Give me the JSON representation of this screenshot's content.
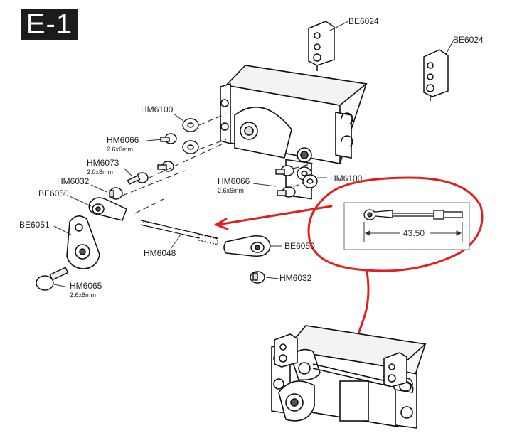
{
  "step": "E-1",
  "parts": {
    "be6024_top": "BE6024",
    "be6024_right": "BE6024",
    "hm6100_left": "HM6100",
    "hm6066_left": "HM6066",
    "hm6066_left_size": "2.6x6mm",
    "hm6073": "HM6073",
    "hm6073_size": "2.0x8mm",
    "hm6032_left": "HM6032",
    "be6050_left": "BE6050",
    "be6051": "BE6051",
    "hm6065": "HM6065",
    "hm6065_size": "2.6x8mm",
    "hm6048": "HM6048",
    "hm6066_right": "HM6066",
    "hm6066_right_size": "2.6x6mm",
    "hm6100_right": "HM6100",
    "be6050_right": "BE6050",
    "hm6032_right": "HM6032"
  },
  "callout": {
    "dimension": "43.50",
    "highlight_color": "#e02020"
  }
}
